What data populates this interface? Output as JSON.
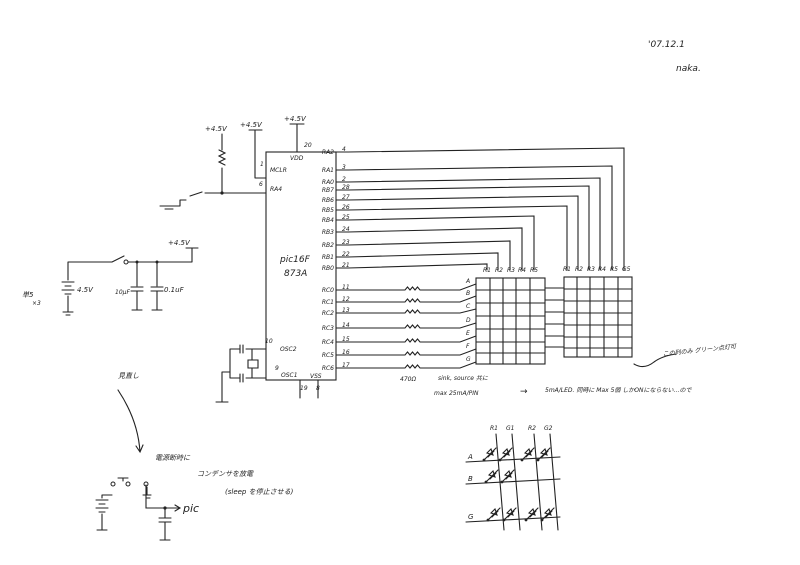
{
  "header": {
    "date": "'07.12.1",
    "author": "naka."
  },
  "chip": {
    "name1": "pic16F",
    "name2": "873A",
    "vdd": "VDD",
    "vss": "VSS",
    "mclr": "MCLR",
    "ra4": "RA4",
    "osc2": "OSC2",
    "osc1": "OSC1",
    "pin_vdd": "20",
    "pin_mclr": "1",
    "pin_ra4": "6",
    "pin_osc2": "10",
    "pin_osc1": "9",
    "pin_vss1": "19",
    "pin_vss2": "8",
    "right_pins": [
      {
        "name": "RA2",
        "num": "4"
      },
      {
        "name": "RA1",
        "num": "3"
      },
      {
        "name": "RA0",
        "num": "2"
      },
      {
        "name": "RB7",
        "num": "28"
      },
      {
        "name": "RB6",
        "num": "27"
      },
      {
        "name": "RB5",
        "num": "26"
      },
      {
        "name": "RB4",
        "num": "25"
      },
      {
        "name": "RB3",
        "num": "24"
      },
      {
        "name": "RB2",
        "num": "23"
      },
      {
        "name": "RB1",
        "num": "22"
      },
      {
        "name": "RB0",
        "num": "21"
      }
    ],
    "rc_pins": [
      {
        "name": "RC0",
        "num": "11"
      },
      {
        "name": "RC1",
        "num": "12"
      },
      {
        "name": "RC2",
        "num": "13"
      },
      {
        "name": "RC3",
        "num": "14"
      },
      {
        "name": "RC4",
        "num": "15"
      },
      {
        "name": "RC5",
        "num": "16"
      },
      {
        "name": "RC6",
        "num": "17"
      }
    ]
  },
  "supply": {
    "vdd_label": "+4.5V",
    "battery": "4.5V",
    "battery_note": "単5",
    "battery_count": "×3",
    "cap1": "10μF",
    "cap2": "0.1uF"
  },
  "matrix": {
    "rows": [
      "A",
      "B",
      "C",
      "D",
      "E",
      "F",
      "G"
    ],
    "cols1": [
      "R1",
      "R2",
      "R3",
      "R4",
      "R5"
    ],
    "cols2": [
      "R1",
      "R2",
      "R3",
      "R4",
      "R5",
      "G5"
    ],
    "resistor": "470Ω",
    "note_green": "この列のみ グリーン点灯可",
    "note_sink1": "sink, source 共に",
    "note_sink2": "max 25mA/PIN",
    "arrow": "→",
    "note_led": "5mA/LED. 同時に Max 5個 しかONにならない…ので"
  },
  "annotations": {
    "minaoshi": "見直し",
    "discharge1": "電源断時に",
    "discharge2": "コンデンサを放電",
    "discharge3": "(sleep を停止させる)",
    "pic": "pic"
  },
  "led_detail": {
    "cols": [
      "R1",
      "G1",
      "R2",
      "G2"
    ],
    "rows": [
      "A",
      "B",
      "G"
    ]
  }
}
